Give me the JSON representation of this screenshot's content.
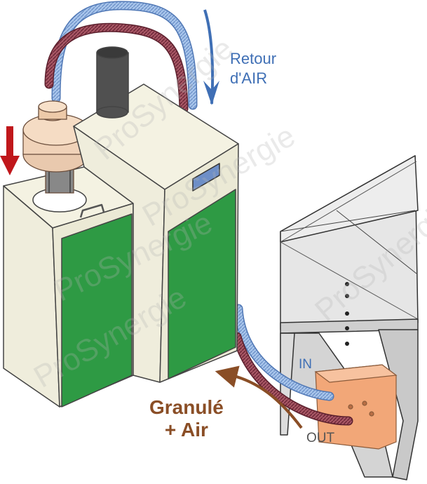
{
  "labels": {
    "return_air_line1": "Retour",
    "return_air_line2": "d'AIR",
    "pellet_air_line1": "Granulé",
    "pellet_air_line2": "+ Air",
    "inlet": "IN",
    "outlet": "OUT"
  },
  "watermark": "ProSynergie",
  "colors": {
    "return_air_blue": "#3f6fb5",
    "pellet_brown": "#8a4e26",
    "down_arrow_red": "#c0171b",
    "panel_green": "#2e9a44",
    "boiler_cream": "#f2f0dc",
    "hose_blue": "#8fb2e0",
    "hose_maroon": "#8c3a4a",
    "connector_orange": "#f2a778",
    "silo_gray": "#d9d9d9"
  },
  "icons": [
    "down-arrow-icon",
    "curved-arrow-icon"
  ]
}
